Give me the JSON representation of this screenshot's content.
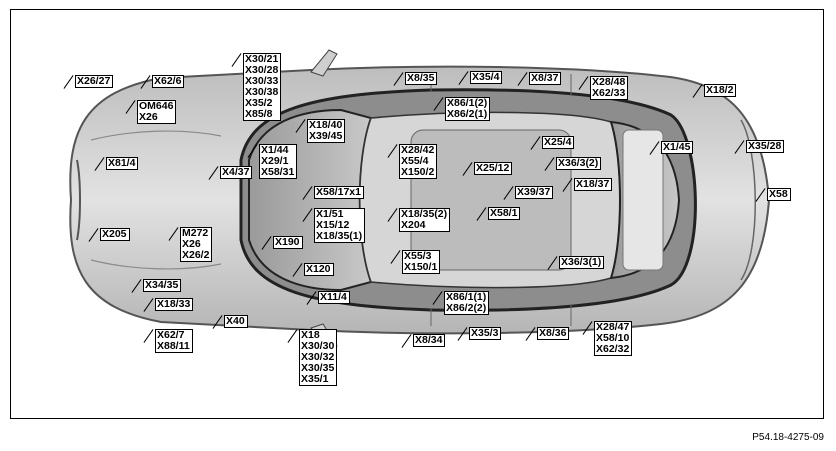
{
  "reference": "P54.18-4275-09",
  "labels": [
    {
      "id": "x26-27",
      "lines": [
        "X26/27"
      ]
    },
    {
      "id": "x62-6",
      "lines": [
        "X62/6"
      ]
    },
    {
      "id": "om646",
      "lines": [
        "OM646",
        "X26"
      ]
    },
    {
      "id": "x30-21",
      "lines": [
        "X30/21",
        "X30/28",
        "X30/33",
        "X30/38",
        "X35/2",
        "X85/8"
      ]
    },
    {
      "id": "x8-35",
      "lines": [
        "X8/35"
      ]
    },
    {
      "id": "x35-4",
      "lines": [
        "X35/4"
      ]
    },
    {
      "id": "x8-37",
      "lines": [
        "X8/37"
      ]
    },
    {
      "id": "x28-48",
      "lines": [
        "X28/48",
        "X62/33"
      ]
    },
    {
      "id": "x18-2",
      "lines": [
        "X18/2"
      ]
    },
    {
      "id": "x86-1-2",
      "lines": [
        "X86/1(2)",
        "X86/2(1)"
      ]
    },
    {
      "id": "x18-40",
      "lines": [
        "X18/40",
        "X39/45"
      ]
    },
    {
      "id": "x25-4",
      "lines": [
        "X25/4"
      ]
    },
    {
      "id": "x1-45",
      "lines": [
        "X1/45"
      ]
    },
    {
      "id": "x35-28",
      "lines": [
        "X35/28"
      ]
    },
    {
      "id": "x1-44",
      "lines": [
        "X1/44",
        "X29/1",
        "X58/31"
      ]
    },
    {
      "id": "x28-42",
      "lines": [
        "X28/42",
        "X55/4",
        "X150/2"
      ]
    },
    {
      "id": "x36-3-2",
      "lines": [
        "X36/3(2)"
      ]
    },
    {
      "id": "x81-4",
      "lines": [
        "X81/4"
      ]
    },
    {
      "id": "x4-37",
      "lines": [
        "X4/37"
      ]
    },
    {
      "id": "x25-12",
      "lines": [
        "X25/12"
      ]
    },
    {
      "id": "x18-37",
      "lines": [
        "X18/37"
      ]
    },
    {
      "id": "x58-17x1",
      "lines": [
        "X58/17x1"
      ]
    },
    {
      "id": "x39-37",
      "lines": [
        "X39/37"
      ]
    },
    {
      "id": "x58",
      "lines": [
        "X58"
      ]
    },
    {
      "id": "x1-51",
      "lines": [
        "X1/51",
        "X15/12",
        "X18/35(1)"
      ]
    },
    {
      "id": "x18-35-2",
      "lines": [
        "X18/35(2)",
        "X204"
      ]
    },
    {
      "id": "x58-1",
      "lines": [
        "X58/1"
      ]
    },
    {
      "id": "x205",
      "lines": [
        "X205"
      ]
    },
    {
      "id": "m272",
      "lines": [
        "M272",
        "X26",
        "X26/2"
      ]
    },
    {
      "id": "x190",
      "lines": [
        "X190"
      ]
    },
    {
      "id": "x55-3",
      "lines": [
        "X55/3",
        "X150/1"
      ]
    },
    {
      "id": "x36-3-1",
      "lines": [
        "X36/3(1)"
      ]
    },
    {
      "id": "x120",
      "lines": [
        "X120"
      ]
    },
    {
      "id": "x34-35",
      "lines": [
        "X34/35"
      ]
    },
    {
      "id": "x11-4",
      "lines": [
        "X11/4"
      ]
    },
    {
      "id": "x86-1-1",
      "lines": [
        "X86/1(1)",
        "X86/2(2)"
      ]
    },
    {
      "id": "x18-33",
      "lines": [
        "X18/33"
      ]
    },
    {
      "id": "x40",
      "lines": [
        "X40"
      ]
    },
    {
      "id": "x18",
      "lines": [
        "X18",
        "X30/30",
        "X30/32",
        "X30/35",
        "X35/1"
      ]
    },
    {
      "id": "x8-34",
      "lines": [
        "X8/34"
      ]
    },
    {
      "id": "x35-3",
      "lines": [
        "X35/3"
      ]
    },
    {
      "id": "x8-36",
      "lines": [
        "X8/36"
      ]
    },
    {
      "id": "x28-47",
      "lines": [
        "X28/47",
        "X58/10",
        "X62/32"
      ]
    },
    {
      "id": "x62-7",
      "lines": [
        "X62/7",
        "X88/11"
      ]
    }
  ]
}
